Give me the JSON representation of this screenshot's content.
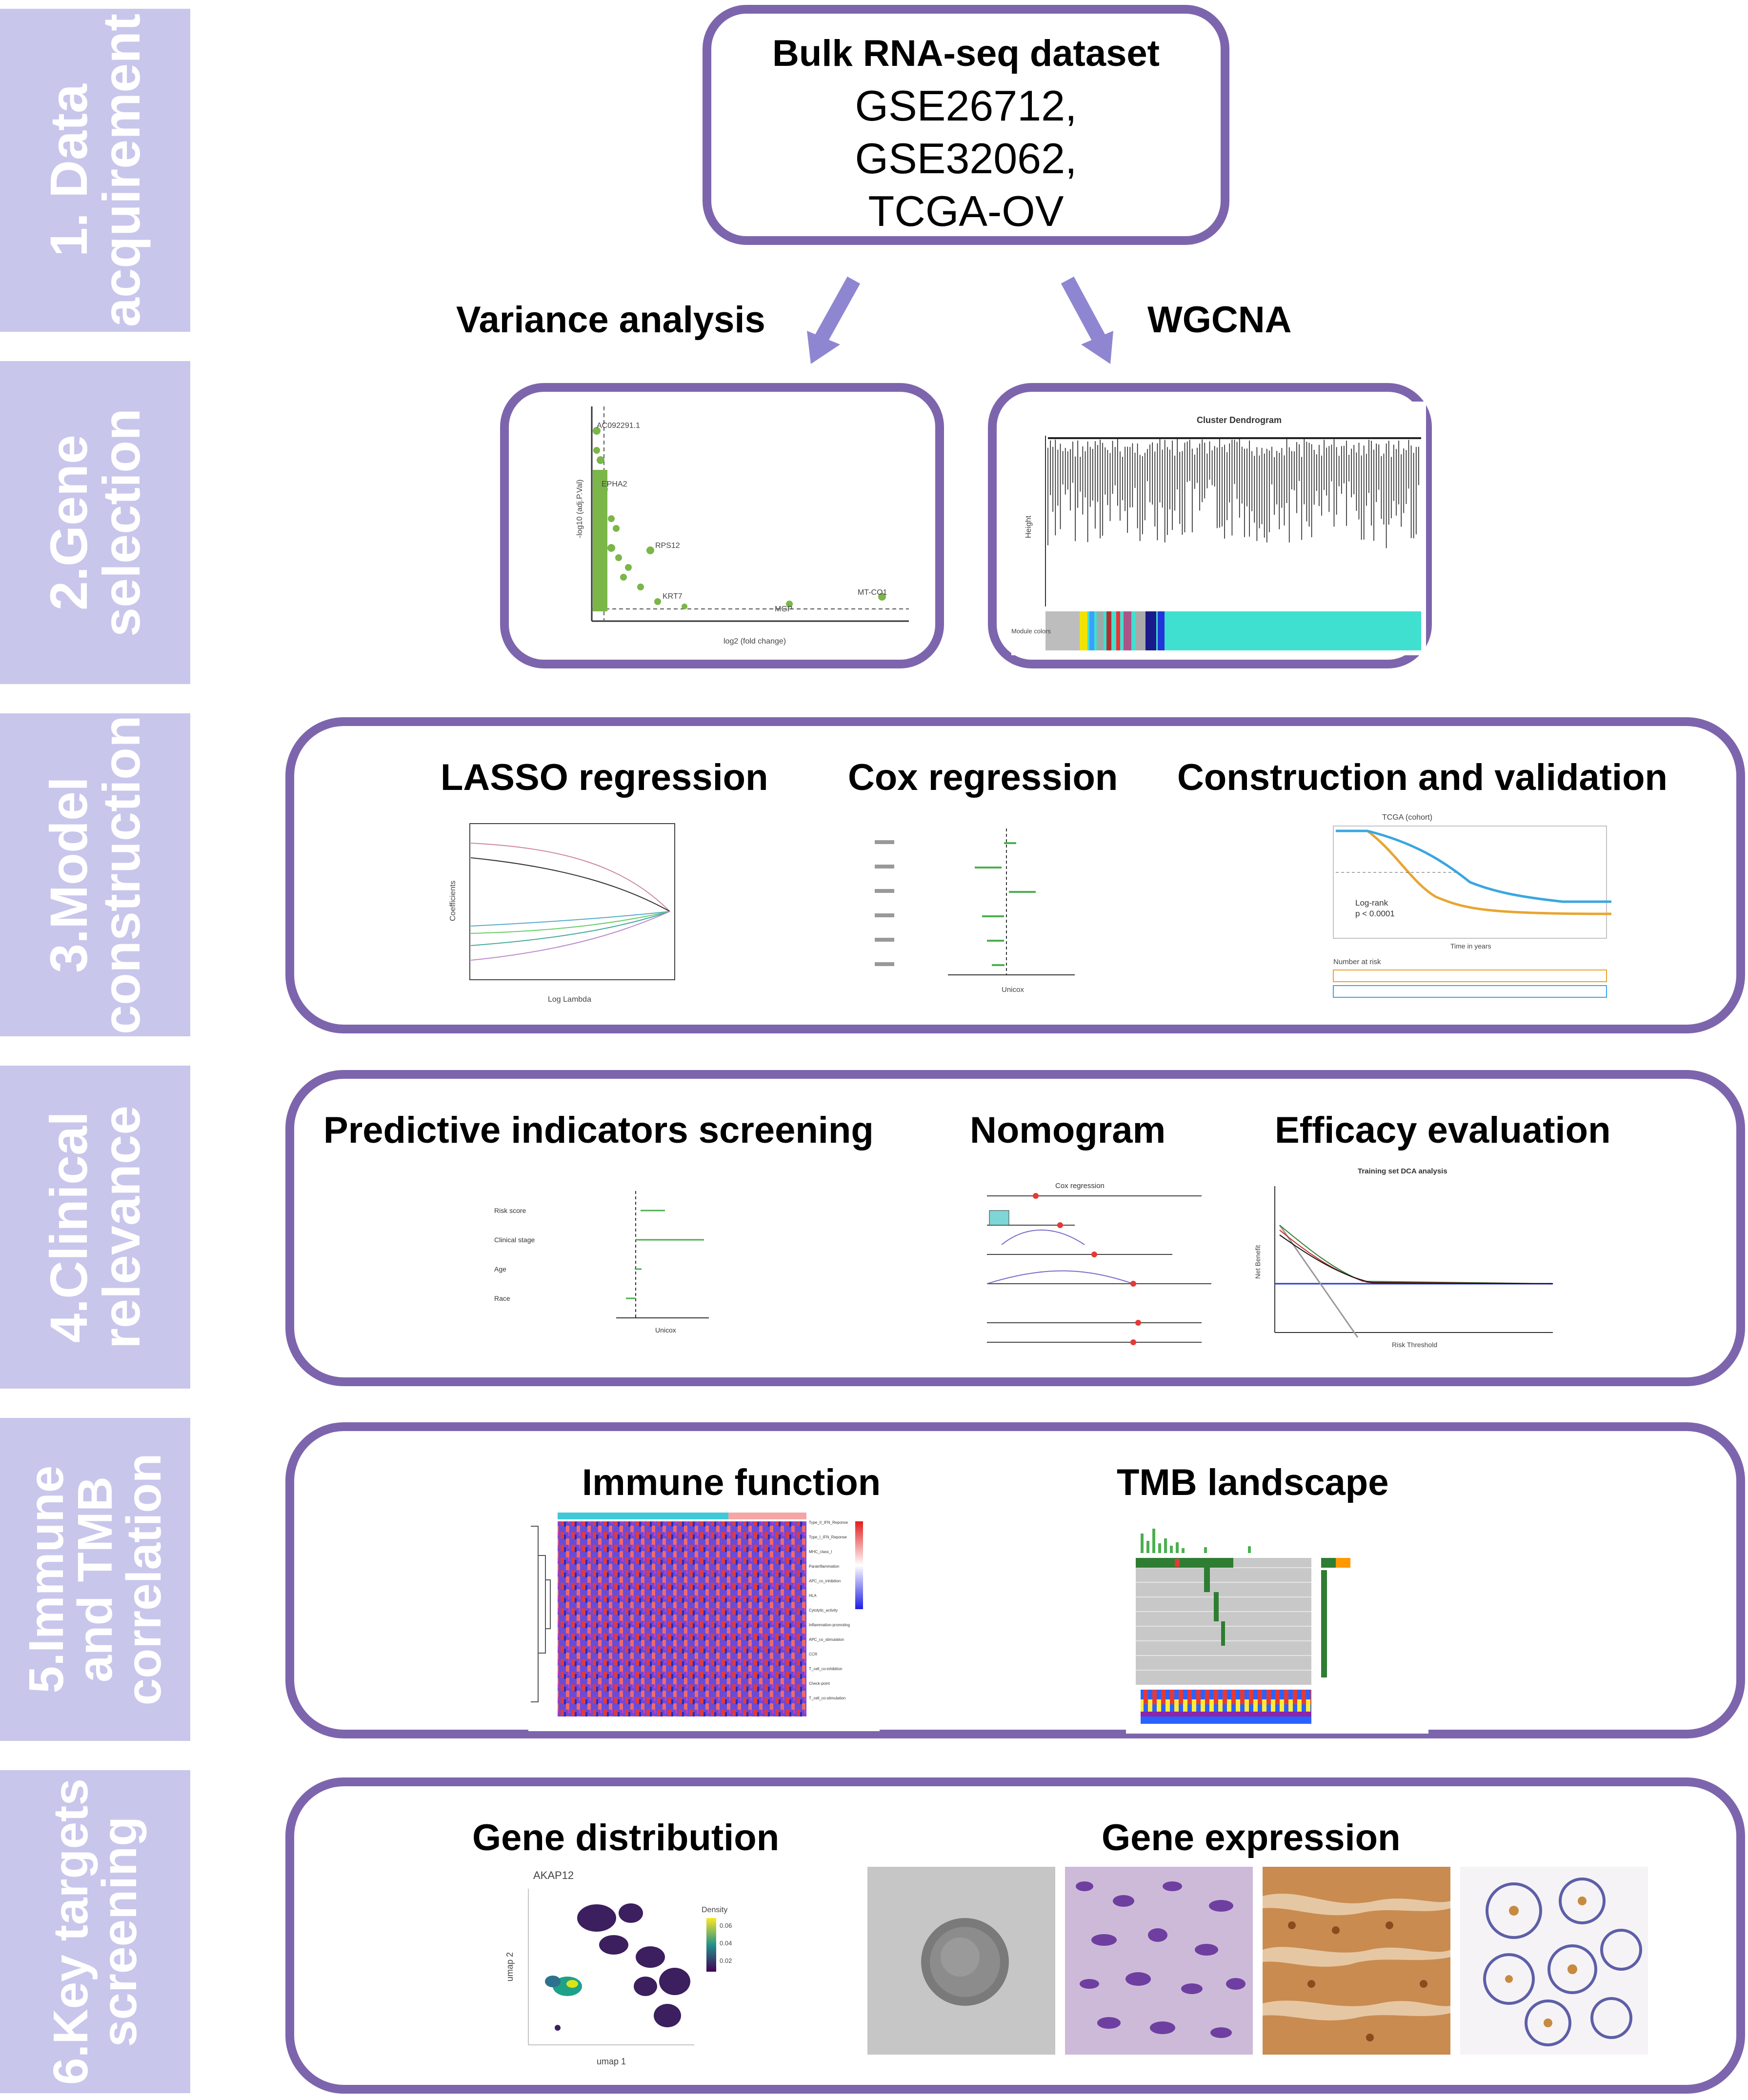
{
  "stages": [
    {
      "label": "1. Data\nacquirement"
    },
    {
      "label": "2.Gene\nselection"
    },
    {
      "label": "3.Model\nconstruction"
    },
    {
      "label": "4.Clinical\nrelevance"
    },
    {
      "label": "5.Immune\nand TMB\ncorrelation"
    },
    {
      "label": "6.Key targets\nscreening"
    }
  ],
  "dataset": {
    "title": "Bulk RNA-seq dataset",
    "line1": "GSE26712,",
    "line2": "GSE32062,",
    "line3": "TCGA-OV"
  },
  "gene_selection": {
    "left_label": "Variance analysis",
    "right_label": "WGCNA",
    "volcano": {
      "ylabel": "-log10 (adj.P.Val)",
      "xlabel": "log2 (fold change)",
      "genes": [
        "AC092291.1",
        "EPHA2",
        "RPS12",
        "KRT7",
        "MT-CO1",
        "MGP"
      ]
    },
    "dendrogram": {
      "title": "Cluster Dendrogram",
      "ylabel": "Height",
      "rowlabel": "Module colors"
    }
  },
  "model": {
    "lasso_title": "LASSO regression",
    "cox_title": "Cox regression",
    "cv_title": "Construction and validation",
    "lasso_xlabel": "Log Lambda",
    "lasso_ylabel": "Coefficients",
    "cox_xlabel": "Unicox",
    "km_legend": "TCGA (cohort)",
    "km_stat1": "Log-rank",
    "km_stat2": "p < 0.0001",
    "km_xlabel": "Time in years",
    "km_risk": "Number at risk"
  },
  "clinical": {
    "pred_title": "Predictive indicators screening",
    "nomo_title": "Nomogram",
    "eff_title": "Efficacy evaluation",
    "forest_rows": [
      "Risk score",
      "Clinical stage",
      "Age",
      "Race"
    ],
    "forest_xlabel": "Unicox",
    "nomo_sub": "Cox regression",
    "dca_title": "Training set DCA analysis",
    "dca_xlabel": "Risk Threshold",
    "dca_ylabel": "Net Benefit"
  },
  "immune": {
    "immune_title": "Immune function",
    "tmb_title": "TMB landscape",
    "heatmap_rows": [
      "Type_II_IFN_Reponse",
      "Type_I_IFN_Reponse",
      "MHC_class_I",
      "Parainflammation",
      "APC_co_inhibition",
      "HLA",
      "Cytolytic_activity",
      "Inflammation-promoting",
      "APC_co_stimulation",
      "CCR",
      "T_cell_co-inhibition",
      "Check-point",
      "T_cell_co-stimulation"
    ]
  },
  "targets": {
    "dist_title": "Gene distribution",
    "expr_title": "Gene expression",
    "umap_gene": "AKAP12",
    "umap_xlabel": "umap 1",
    "umap_ylabel": "umap 2",
    "density_label": "Density",
    "density_ticks": [
      "0.06",
      "0.04",
      "0.02"
    ]
  },
  "colors": {
    "stage_bg": "#c9c6ec",
    "panel_border": "#7d65ad",
    "arrow": "#8f86d2",
    "turquoise": "#40e0d0",
    "volcano_green": "#7ab648"
  }
}
